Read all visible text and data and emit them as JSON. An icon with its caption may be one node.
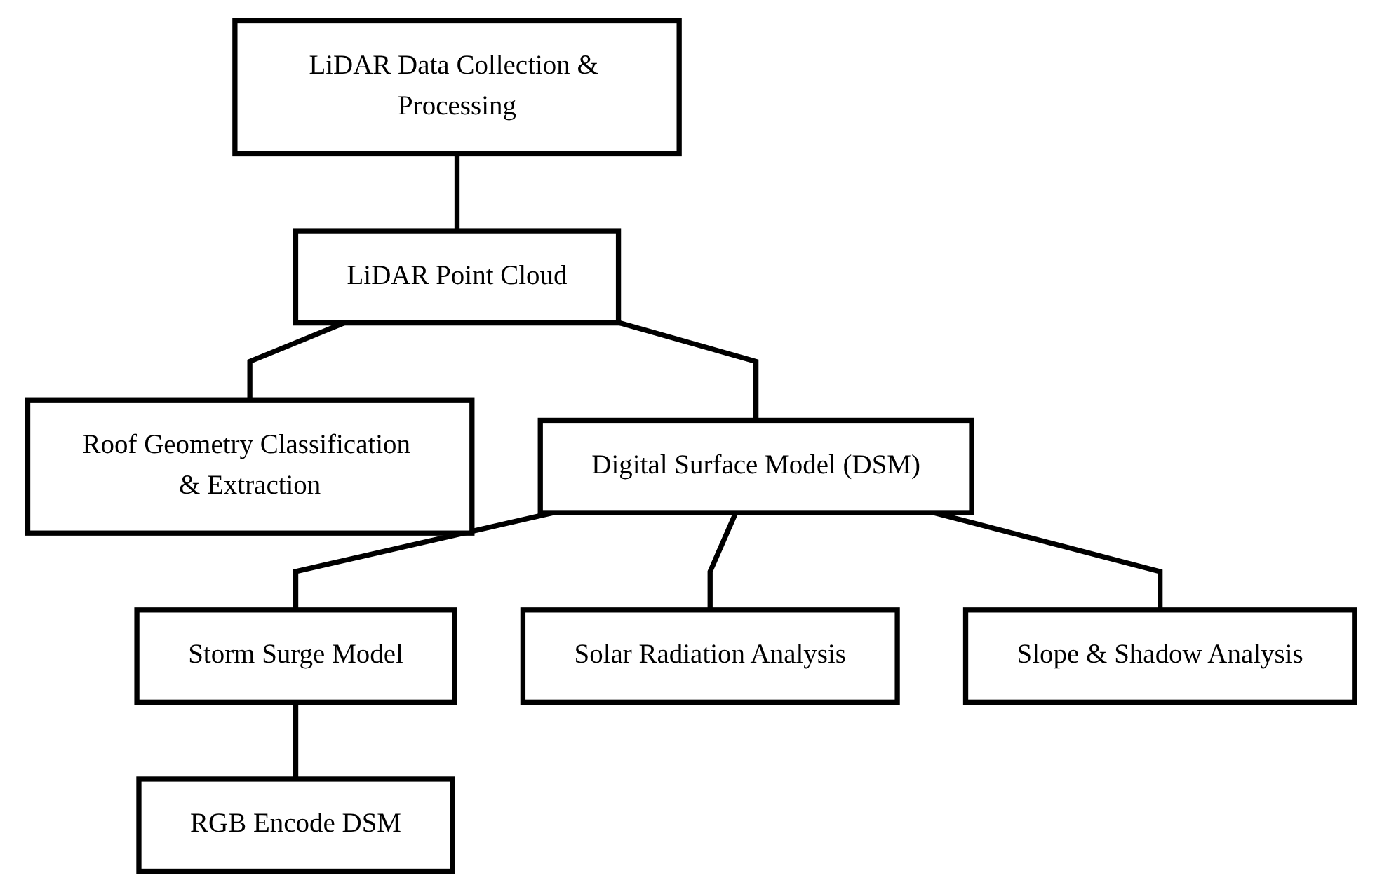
{
  "diagram": {
    "nodes": [
      {
        "text": [
          "LiDAR Data Collection & Processing"
        ]
      },
      {
        "text": [
          "LiDAR Point Cloud"
        ]
      },
      {
        "text": [
          "Roof Geometry Classification & Extraction"
        ]
      },
      {
        "text": [
          "Digital Surface Model (DSM)"
        ]
      },
      {
        "text": [
          "RGB Encode DSM"
        ]
      },
      {
        "text": [
          "Storm Surge Model"
        ]
      },
      {
        "text": [
          "Solar Radiation Analysis"
        ]
      },
      {
        "text": [
          "Slope & Shadow Analysis"
        ]
      }
    ],
    "edges": [
      {
        "from": 0,
        "to": 1,
        "arrow": "none"
      },
      {
        "from": 1,
        "to": 2,
        "arrow": "none"
      },
      {
        "from": 1,
        "to": 3,
        "arrow": "none"
      },
      {
        "from": 3,
        "to": 5,
        "arrow": "none"
      },
      {
        "from": 3,
        "to": 6,
        "arrow": "none"
      },
      {
        "from": 3,
        "to": 7,
        "arrow": "none"
      },
      {
        "from": 5,
        "to": 4,
        "arrow": "none"
      }
    ]
  }
}
